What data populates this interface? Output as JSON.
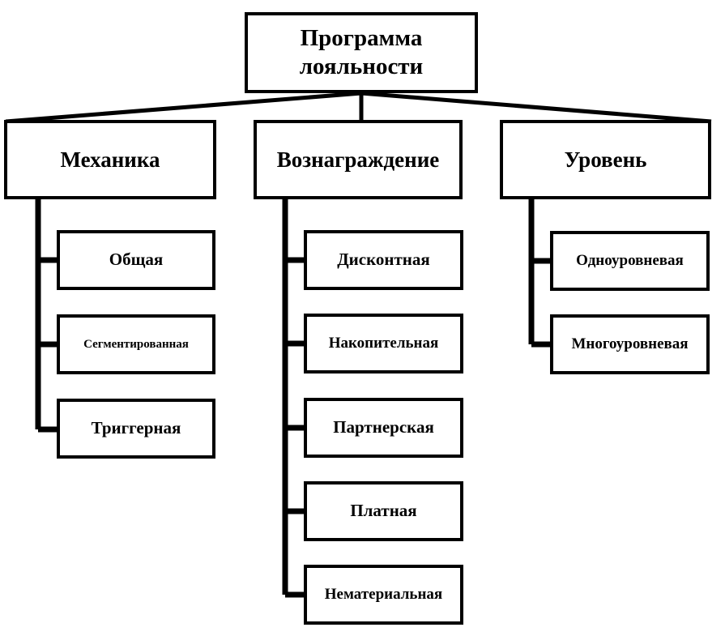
{
  "diagram": {
    "type": "hierarchy-tree",
    "title": "Программа лояльности",
    "root": {
      "label": "Программа лояльности"
    },
    "branches": [
      {
        "label": "Механика",
        "children": [
          {
            "label": "Общая"
          },
          {
            "label": "Сегментированная"
          },
          {
            "label": "Триггерная"
          }
        ]
      },
      {
        "label": "Вознаграждение",
        "children": [
          {
            "label": "Дисконтная"
          },
          {
            "label": "Накопительная"
          },
          {
            "label": "Партнерская"
          },
          {
            "label": "Платная"
          },
          {
            "label": "Нематериальная"
          }
        ]
      },
      {
        "label": "Уровень",
        "children": [
          {
            "label": "Одноуровневая"
          },
          {
            "label": "Многоуровневая"
          }
        ]
      }
    ]
  },
  "style": {
    "line_color": "#000000",
    "box_fill": "#ffffff",
    "text_color": "#000000"
  }
}
